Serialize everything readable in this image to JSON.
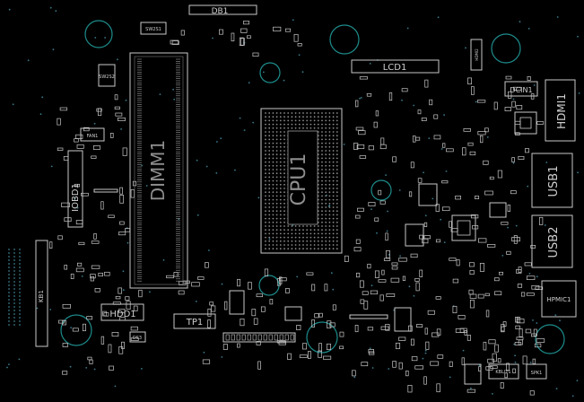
{
  "labels": {
    "db1": "DB1",
    "sw1": "SW2S1",
    "sw2": "SW2S2",
    "lcd1": "LCD1",
    "hdmi_small": "HDMI2",
    "dcin1": "DCIN1",
    "hdmi1": "HDMI1",
    "fan1": "FAN1",
    "iobd1": "IOBD1",
    "dimm1": "DIMM1",
    "cpu1": "CPU1",
    "usb1": "USB1",
    "usb2": "USB2",
    "kb1": "KB1",
    "hdd1": "HDD1",
    "tp1": "TP1",
    "hpmic1": "HPMIC1",
    "ds3": "DS3",
    "kbl1": "KBLIT1",
    "spk1": "SPK1"
  },
  "colors": {
    "background": "#000000",
    "outline": "#c8c8c8",
    "mounting_hole": "#1e8c8c",
    "via": "#3a7a8a",
    "ic_fill": "#1a1a1a"
  }
}
